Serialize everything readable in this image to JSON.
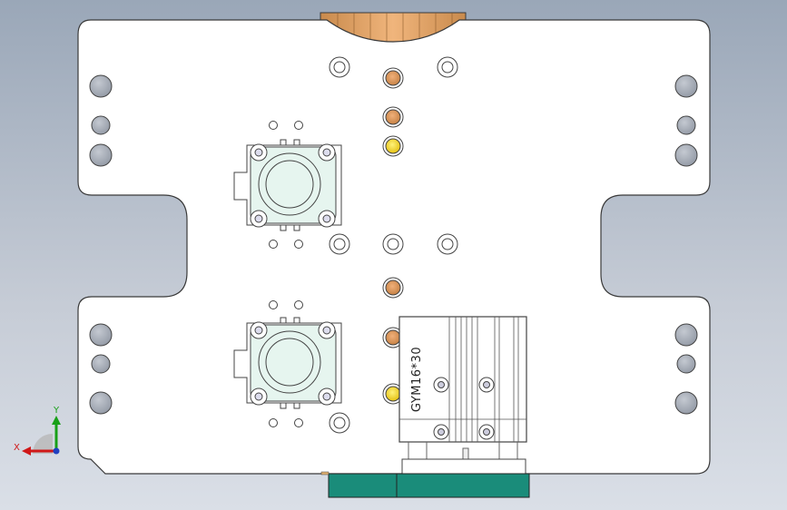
{
  "viewport": {
    "background_top": "#9aa7b8",
    "background_bottom": "#dadfe7"
  },
  "model": {
    "plate_color": "#ffffff",
    "outline_color": "#3a3a3a",
    "copper_color": "#d99a5c",
    "yellow_color": "#f2d21a",
    "clamp_face_color": "#e6f5ef",
    "base_block_color": "#1a8c7a"
  },
  "cylinder": {
    "label": "GYM16*30"
  },
  "triad": {
    "x_label": "X",
    "y_label": "Y",
    "x_color": "#d01818",
    "y_color": "#18a018",
    "z_color": "#2040c0"
  }
}
